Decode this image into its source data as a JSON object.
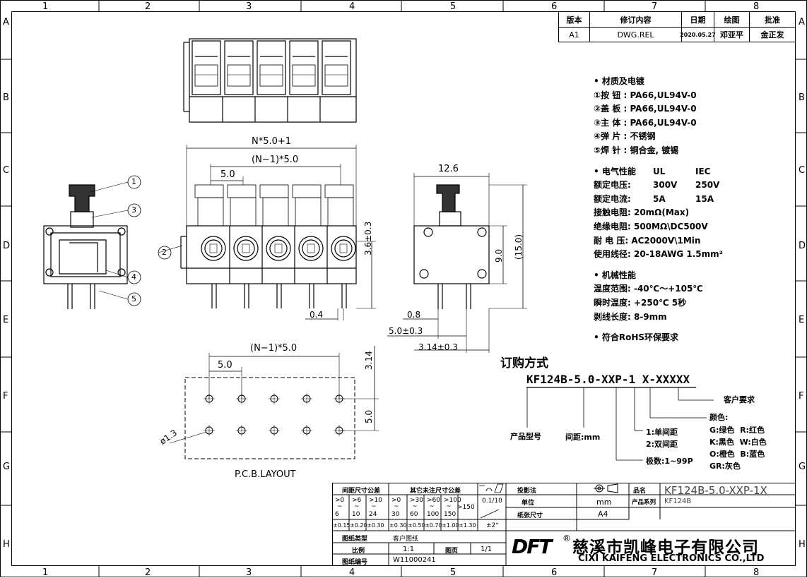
{
  "border": {
    "cols": [
      "1",
      "2",
      "3",
      "4",
      "5",
      "6",
      "7",
      "8"
    ],
    "rows": [
      "A",
      "B",
      "C",
      "D",
      "E",
      "F",
      "G",
      "H"
    ]
  },
  "revision": {
    "headers": [
      "版本",
      "修订内容",
      "日期",
      "绘图",
      "批准"
    ],
    "row": [
      "A1",
      "DWG.REL",
      "2020.05.27",
      "邓亚平",
      "金正发"
    ]
  },
  "specs": {
    "material_title": "• 材质及电镀",
    "materials": [
      "①按 钮 : PA66,UL94V-0",
      "②盖 板 : PA66,UL94V-0",
      "③主 体 : PA66,UL94V-0",
      "④弹 片 : 不锈钢",
      "⑤焊 针 : 铜合金, 镀锡"
    ],
    "electrical_title": "• 电气性能",
    "ul": "UL",
    "iec": "IEC",
    "electrical": [
      {
        "label": "额定电压:",
        "ul": "300V",
        "iec": "250V"
      },
      {
        "label": "额定电流:",
        "ul": "5A",
        "iec": "15A"
      }
    ],
    "electrical_more": [
      "接触电阻: 20mΩ(Max)",
      "绝缘电阻: 500MΩ\\DC500V",
      "耐 电 压: AC2000V\\1Min",
      "使用线径: 20-18AWG 1.5mm²"
    ],
    "mechanical_title": "• 机械性能",
    "mechanical": [
      "温度范围: -40℃～+105℃",
      "瞬时温度: +250℃ 5秒",
      "剥线长度: 8-9mm"
    ],
    "rohs": "• 符合RoHS环保要求"
  },
  "ordering": {
    "title": "订购方式",
    "code": "KF124B-5.0-XXP-1 X-XXXXX",
    "customer": "客户要求",
    "color_title": "颜色:",
    "colors": [
      "G:绿色  R:红色",
      "K:黑色  W:白色",
      "O:橙色  B:蓝色",
      "GR:灰色"
    ],
    "pitch_type": [
      "1:单间距",
      "2:双间距"
    ],
    "product_model": "产品型号",
    "pitch": "间距:mm",
    "poles": "极数:1~99P"
  },
  "dimensions": {
    "top_overall": "N*5.0+1",
    "top_n1": "(N−1)*5.0",
    "top_pitch": "5.0",
    "pin_height": "3.6±0.3",
    "pin_width": "0.4",
    "side_width": "12.6",
    "side_height": "(15.0)",
    "side_body": "9.0",
    "side_pin": "0.8",
    "side_d1": "5.0±0.3",
    "side_d2": "3.14±0.3",
    "pcb_n1": "(N−1)*5.0",
    "pcb_pitch": "5.0",
    "pcb_right": "3.14",
    "pcb_row": "5.0",
    "pcb_hole": "ø1.3",
    "pcb_title": "P.C.B.LAYOUT",
    "callouts": [
      "1",
      "2",
      "3",
      "4",
      "5"
    ]
  },
  "titleblock": {
    "tol_title": "间距尺寸公差",
    "tol2_title": "其它未注尺寸公差",
    "ranges_top": [
      ">0",
      ">6",
      ">10",
      ">0",
      ">30",
      ">60",
      ">100"
    ],
    "ranges_bot": [
      "6",
      "10",
      "24",
      "30",
      "60",
      "100",
      "150"
    ],
    "over150": ">150",
    "tolerances": [
      "±0.15",
      "±0.20",
      "±0.30",
      "±0.30",
      "±0.50",
      "±0.70",
      "±1.00",
      "±1.30"
    ],
    "angle": "±2°",
    "flat": "0.1/10",
    "proj_label": "投影法",
    "unit_label": "单位",
    "unit": "mm",
    "paper_label": "纸张尺寸",
    "paper": "A4",
    "name_label": "品名",
    "name": "KF124B-5.0-XXP-1X",
    "series_label": "产品系列",
    "series": "KF124B",
    "type_label": "图纸类型",
    "type": "客户图纸",
    "scale_label": "比例",
    "scale": "1:1",
    "page_label": "图页",
    "page": "1/1",
    "num_label": "图纸编号",
    "num": "W11000241",
    "logo": "DFT",
    "reg": "®",
    "company_cn": "慈溪市凯峰电子有限公司",
    "company_en": "CIXI KAIFENG ELECTRONICS CO.,LTD"
  }
}
